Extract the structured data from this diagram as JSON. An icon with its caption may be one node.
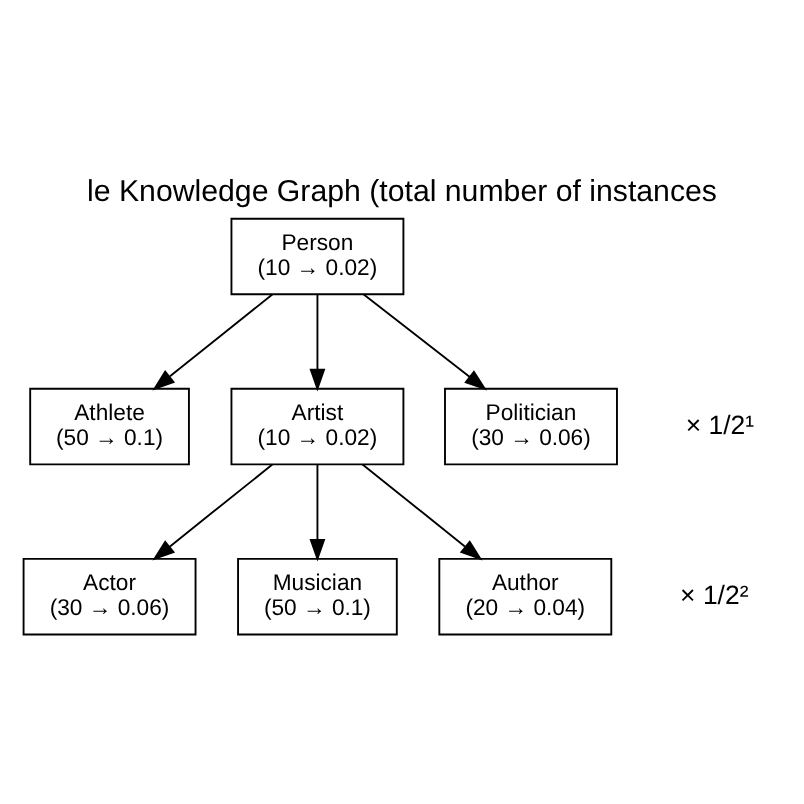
{
  "diagram": {
    "title": "le Knowledge Graph (total number of instances",
    "nodes": [
      {
        "text": [
          "Person",
          "(10 → 0.02)"
        ]
      },
      {
        "text": [
          "Athlete",
          "(50 → 0.1)"
        ]
      },
      {
        "text": [
          "Artist",
          "(10 → 0.02)"
        ]
      },
      {
        "text": [
          "Politician",
          "(30 → 0.06)"
        ]
      },
      {
        "text": [
          "Actor",
          "(30 → 0.06)"
        ]
      },
      {
        "text": [
          "Musician",
          "(50 → 0.1)"
        ]
      },
      {
        "text": [
          "Author",
          "(20 → 0.04)"
        ]
      }
    ],
    "edges": [
      {
        "from": 0,
        "to": 1,
        "arrow": "to"
      },
      {
        "from": 0,
        "to": 2,
        "arrow": "to"
      },
      {
        "from": 0,
        "to": 3,
        "arrow": "to"
      },
      {
        "from": 2,
        "to": 4,
        "arrow": "to"
      },
      {
        "from": 2,
        "to": 5,
        "arrow": "to"
      },
      {
        "from": 2,
        "to": 6,
        "arrow": "to"
      }
    ],
    "labels": [
      "× 1/2¹",
      "× 1/2²"
    ]
  }
}
